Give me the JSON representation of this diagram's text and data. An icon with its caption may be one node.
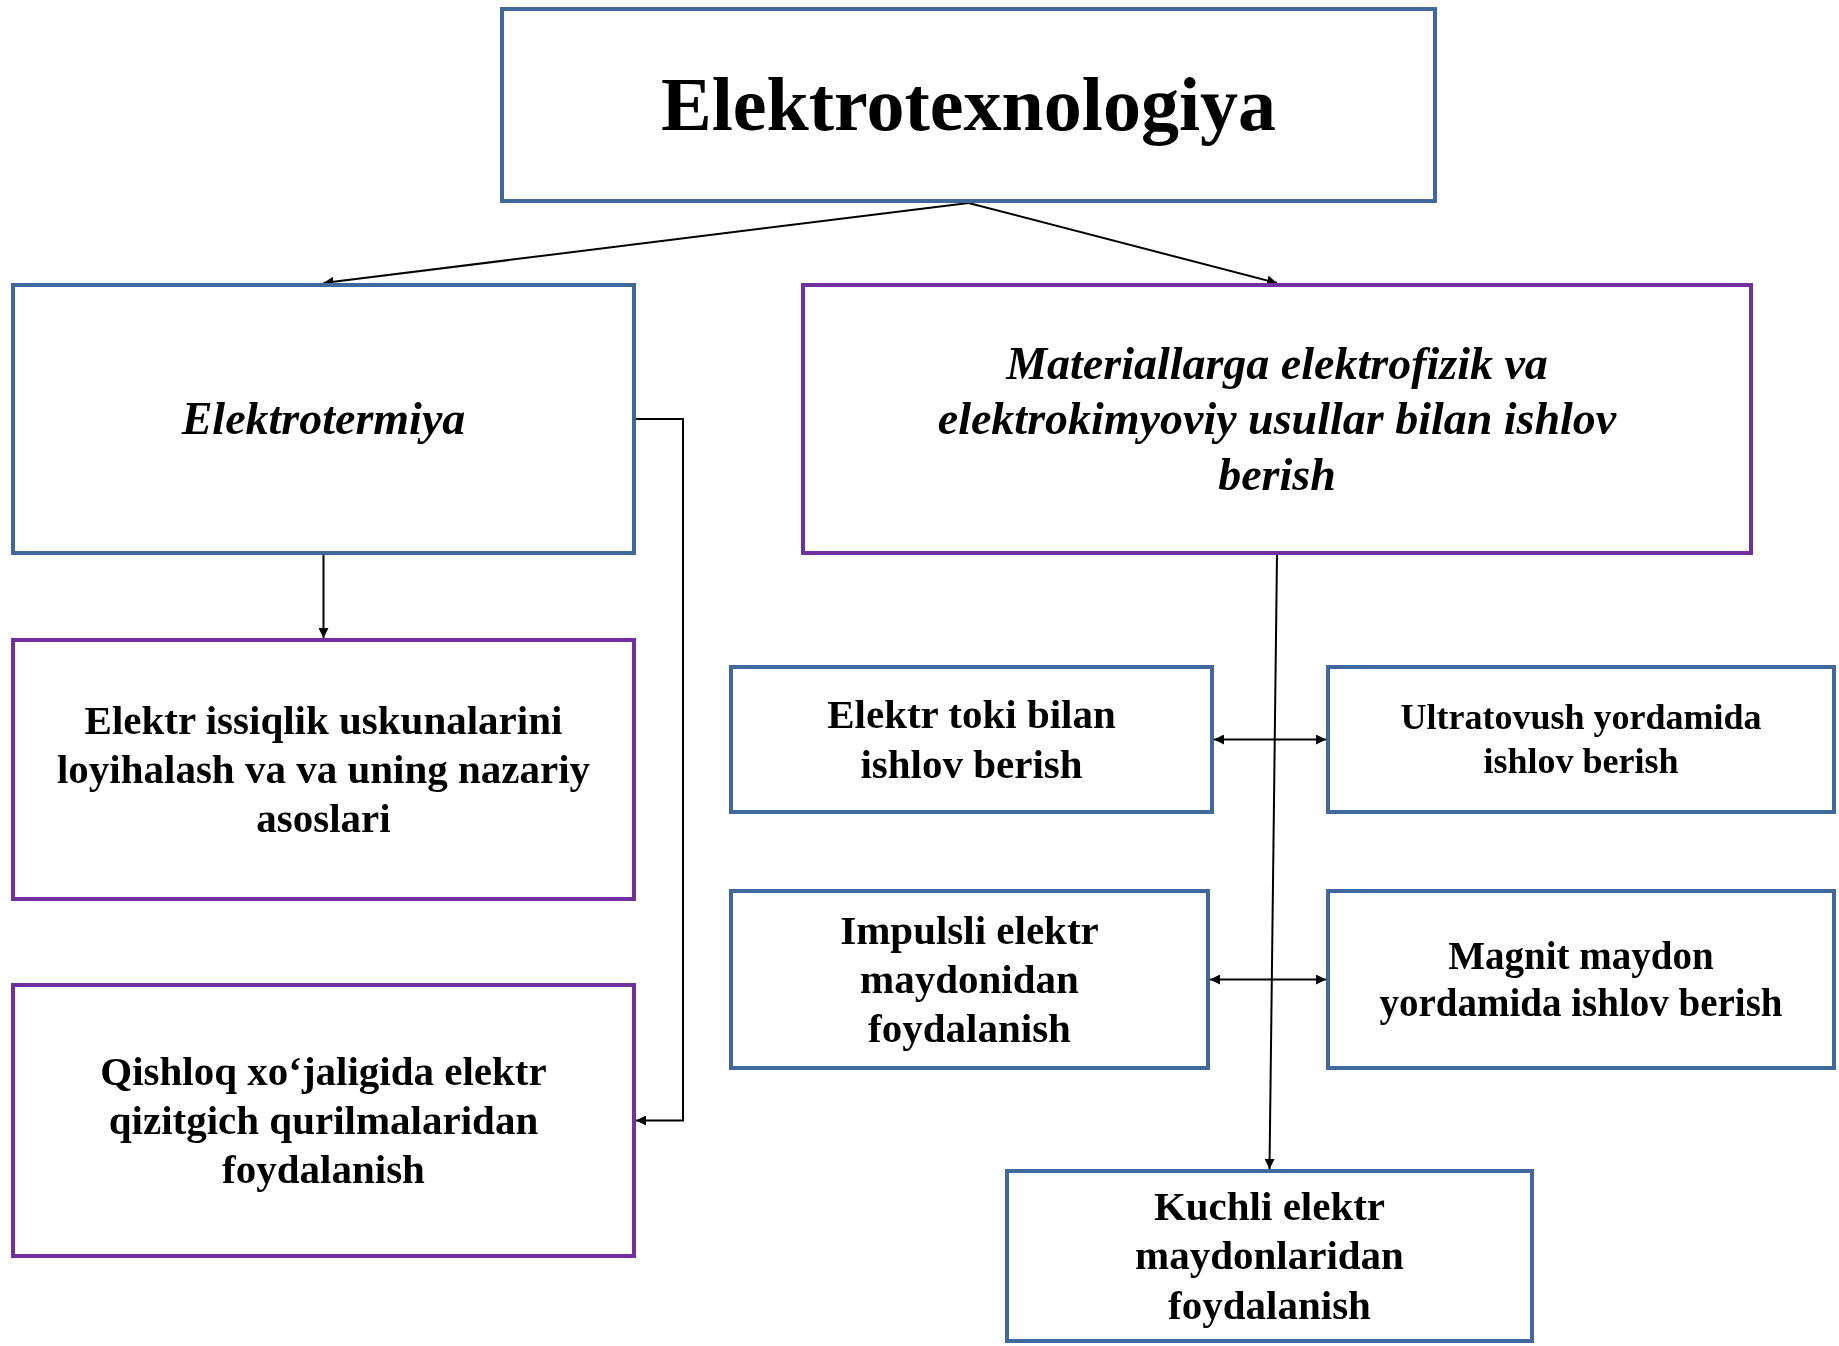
{
  "diagram": {
    "nodes": [
      {
        "text": [
          "Elektrotexnologiya"
        ]
      },
      {
        "text": [
          "Elektrotermiya"
        ]
      },
      {
        "text": [
          "Materiallarga elektrofizik va elektrokimyoviy usullar bilan ishlov berish"
        ]
      },
      {
        "text": [
          "Elektr issiqlik uskunalarini loyihalash va va uning nazariy asoslari"
        ]
      },
      {
        "text": [
          "Qishloq xo‘jaligida elektr qizitgich qurilmalaridan foydalanish"
        ]
      },
      {
        "text": [
          "Elektr toki bilan ishlov berish"
        ]
      },
      {
        "text": [
          "Ultratovush yordamida ishlov berish"
        ]
      },
      {
        "text": [
          "Impulsli elektr maydonidan foydalanish"
        ]
      },
      {
        "text": [
          "Magnit maydon yordamida ishlov berish"
        ]
      },
      {
        "text": [
          "Kuchli elektr maydonlaridan foydalanish"
        ]
      }
    ],
    "edges": [
      {
        "from": 0,
        "to": 1,
        "arrow": "to"
      },
      {
        "from": 0,
        "to": 2,
        "arrow": "to"
      },
      {
        "from": 1,
        "to": 3,
        "arrow": "to"
      },
      {
        "from": 1,
        "to": 4,
        "arrow": "to"
      },
      {
        "from": 2,
        "to": 9,
        "arrow": "to"
      },
      {
        "from": 5,
        "to": 6,
        "arrow": "both"
      },
      {
        "from": 7,
        "to": 8,
        "arrow": "both"
      }
    ]
  }
}
